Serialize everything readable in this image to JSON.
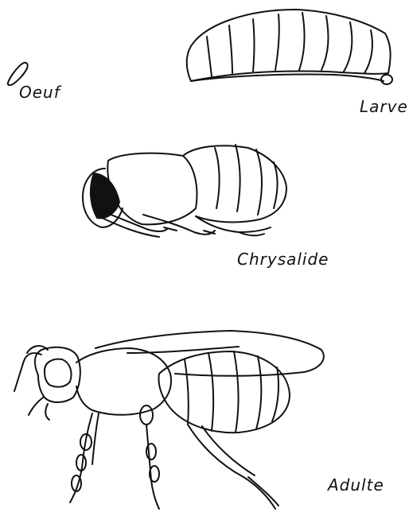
{
  "labels": {
    "egg": "Oeuf",
    "larva": "Larve",
    "pupa": "Chrysalide",
    "adult": "Adulte"
  },
  "colors": {
    "ink": "#111111",
    "background": "#ffffff"
  }
}
